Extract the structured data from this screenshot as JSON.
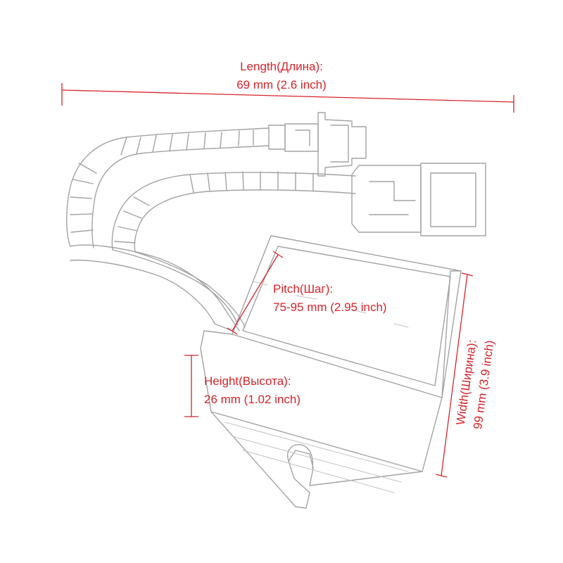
{
  "length": {
    "title": "Length(Длина):",
    "value": "69 mm (2.6 inch)"
  },
  "pitch": {
    "title": "Pitch(Шаг):",
    "value": "75-95 mm (2.95 inch)"
  },
  "height": {
    "title": "Height(Высота):",
    "value": "26 mm (1.02 inch)"
  },
  "width": {
    "title": "Width(Ширина):",
    "value": "99 mm (3.9 inch)"
  },
  "colors": {
    "dimension": "#d8232a",
    "sketch": "#9a9a9a"
  }
}
